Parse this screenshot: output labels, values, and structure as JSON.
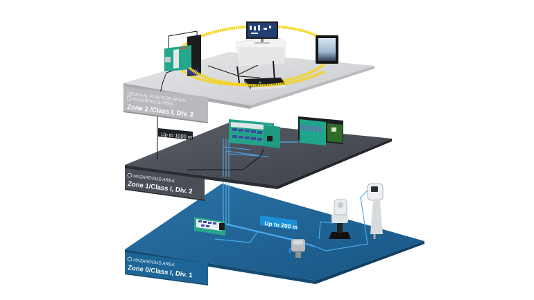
{
  "diagram": {
    "title": "Hazardous area zone layers",
    "colors": {
      "zone2_plane": "#cfd0d3",
      "zone1_plane": "#4a4f58",
      "zone0_plane": "#1e6292",
      "wireless_ring": "#f5d31a",
      "cable_blue": "#3da0e0",
      "cable_black": "#222222",
      "device_green": "#1fa08a"
    },
    "layers": [
      {
        "id": "zone2",
        "tag_line1": "GENERAL PURPOSE AREA/",
        "tag_line2": "HAZARDOUS AREA",
        "zone_label": "Zone 2 /Class I, Div. 2",
        "devices": [
          "remote-io-station",
          "control-workstation",
          "tablet",
          "wireless-router"
        ]
      },
      {
        "id": "zone1",
        "tag_line1": "HAZARDOUS AREA",
        "zone_label": "Zone 1/Class I, Div. 2",
        "devices": [
          "remote-io-module",
          "isolator-barrier-rack"
        ]
      },
      {
        "id": "zone0",
        "tag_line1": "HAZARDOUS AREA",
        "zone_label": "Zone 0/Class I, Div. 1",
        "devices": [
          "field-junction-box",
          "valve-positioner",
          "radar-level-transmitter",
          "guided-wave-level-sensor"
        ]
      }
    ],
    "distances": {
      "zone2_to_zone1": "Up to 1000 m",
      "zone0_trunk": "Up to 200 m"
    }
  }
}
